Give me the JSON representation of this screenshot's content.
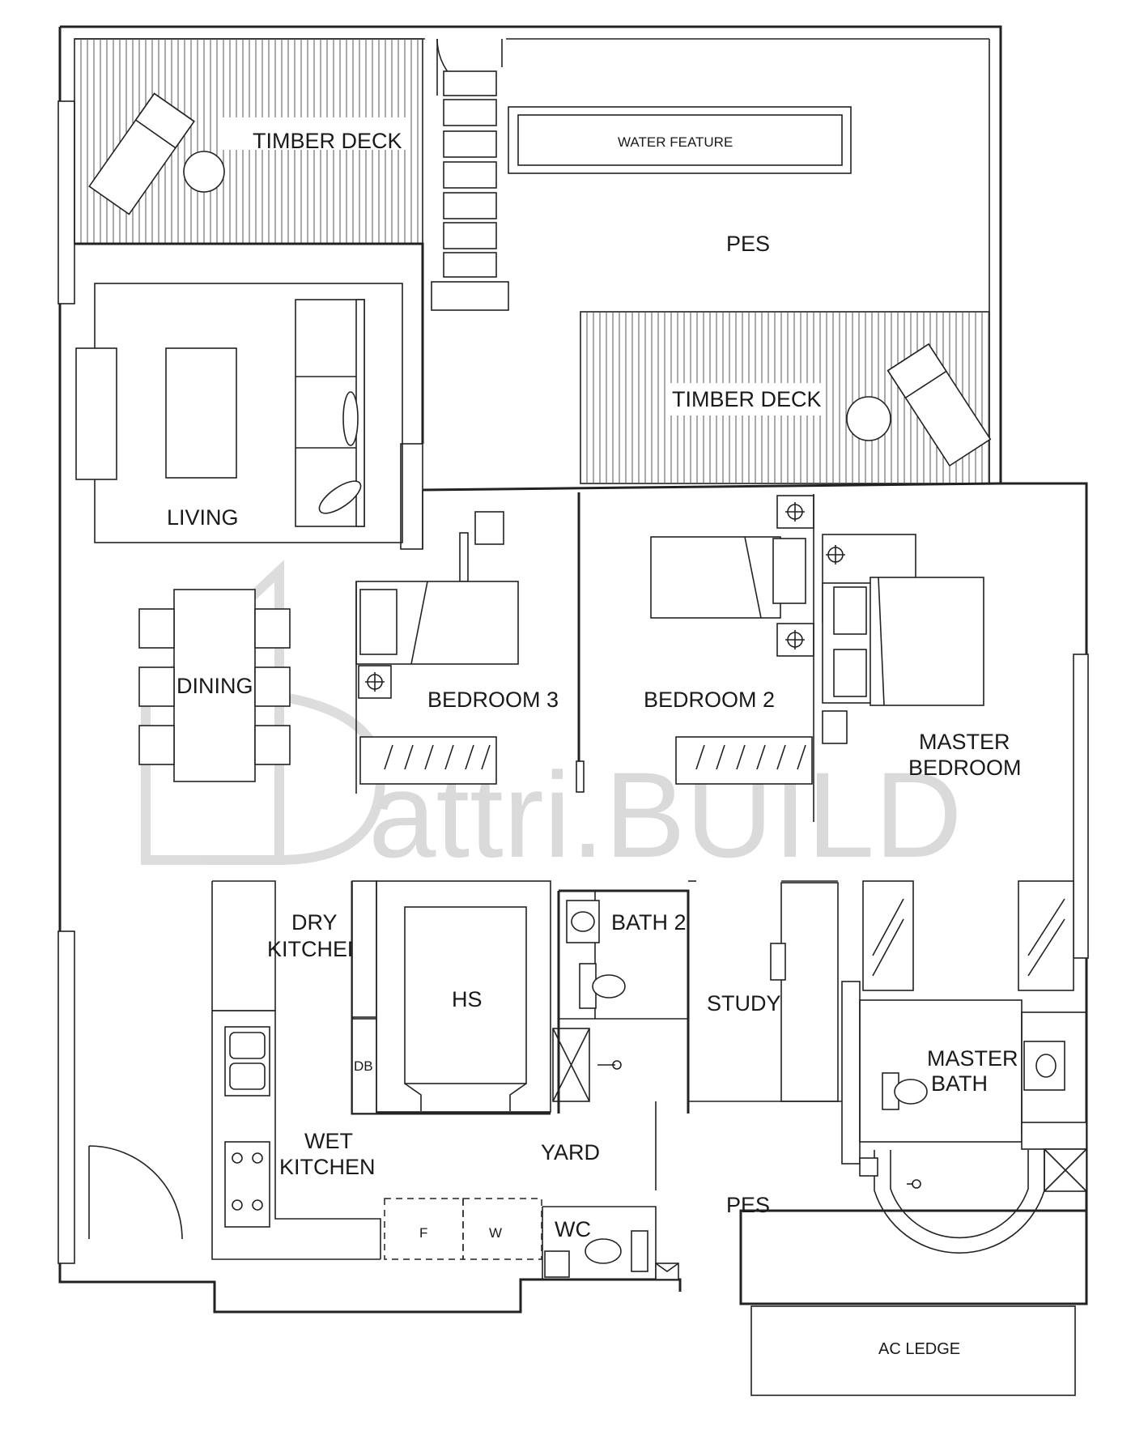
{
  "labels": {
    "timber_deck_1": "TIMBER DECK",
    "water_feature": "WATER FEATURE",
    "pes_top": "PES",
    "timber_deck_2": "TIMBER DECK",
    "living": "LIVING",
    "dining": "DINING",
    "bedroom_3": "BEDROOM 3",
    "bedroom_2": "BEDROOM 2",
    "master_bedroom_line1": "MASTER",
    "master_bedroom_line2": "BEDROOM",
    "dry_kitchen_line1": "DRY",
    "dry_kitchen_line2": "KITCHEN",
    "hs": "HS",
    "db": "DB",
    "bath_2": "BATH 2",
    "study": "STUDY",
    "master_bath_line1": "MASTER",
    "master_bath_line2": "BATH",
    "wet_kitchen_line1": "WET",
    "wet_kitchen_line2": "KITCHEN",
    "yard": "YARD",
    "fridge": "F",
    "washer": "W",
    "wc": "WC",
    "pes_bottom": "PES",
    "ac_ledge": "AC LEDGE"
  },
  "watermark": {
    "text": "attri.BUILD"
  },
  "colors": {
    "line": "#222222",
    "watermark": "#d6d6d6",
    "background": "#ffffff"
  }
}
